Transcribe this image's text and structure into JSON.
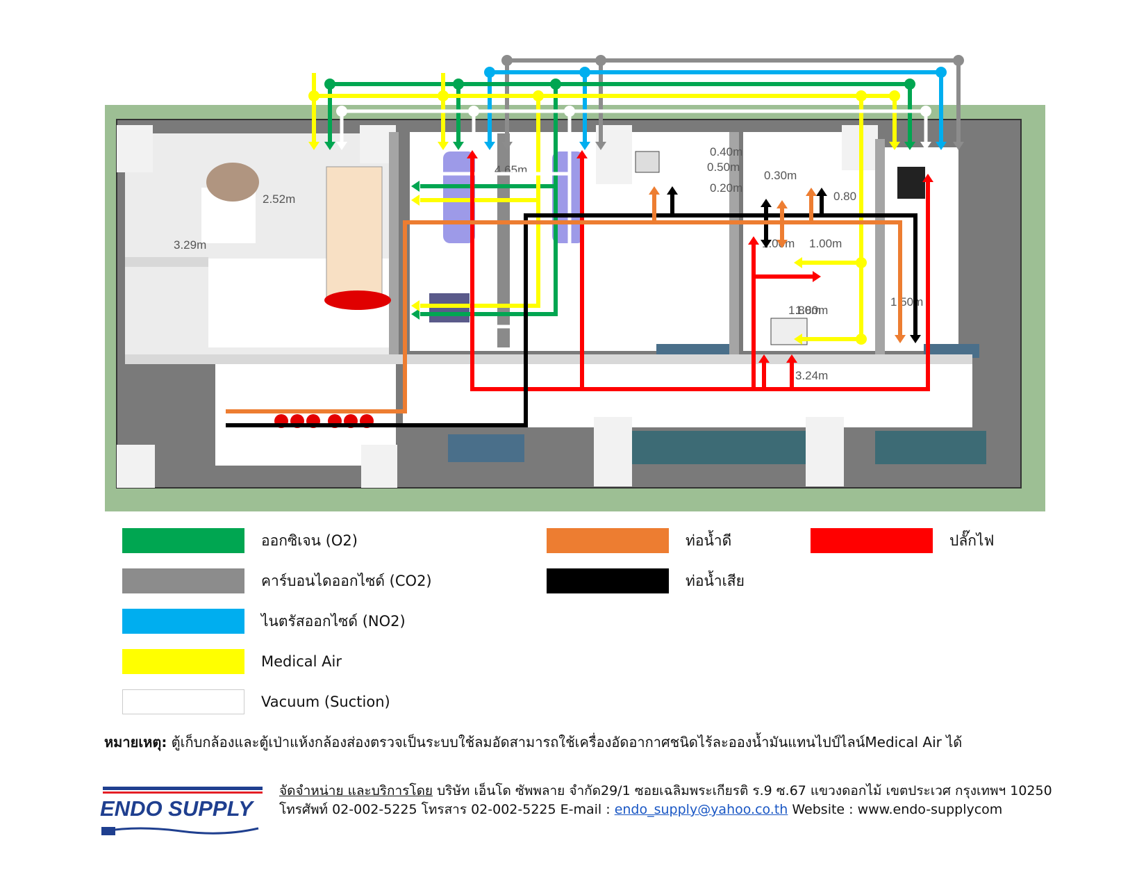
{
  "colors": {
    "oxygen": "#00a651",
    "co2": "#8c8c8c",
    "no2": "#00aeef",
    "medical_air": "#ffff00",
    "vacuum": "#ffffff",
    "clean_water": "#ed7d31",
    "waste_water": "#000000",
    "power": "#ff0000",
    "ground": "#9dbf94",
    "wall": "#808080",
    "floor": "#ffffff"
  },
  "dimensions": [
    "2.52m",
    "3.29m",
    "4.65m",
    "3.24m",
    "1.80m",
    "1.80m",
    "0.20m",
    "0.50m",
    "0.40m",
    "0.30m",
    "1.00m",
    "1.00m",
    "1.50m",
    "0.80"
  ],
  "legend": [
    {
      "key": "oxygen",
      "label": "ออกซิเจน (O2)"
    },
    {
      "key": "co2",
      "label": "คาร์บอนไดออกไซด์ (CO2)"
    },
    {
      "key": "no2",
      "label": "ไนตรัสออกไซด์ (NO2)"
    },
    {
      "key": "medical_air",
      "label": "Medical Air"
    },
    {
      "key": "vacuum",
      "label": "Vacuum (Suction)"
    },
    {
      "key": "clean_water",
      "label": "ท่อน้ำดี"
    },
    {
      "key": "waste_water",
      "label": "ท่อน้ำเสีย"
    },
    {
      "key": "power",
      "label": "ปลั๊กไฟ"
    }
  ],
  "note": {
    "label": "หมายเหตุ:",
    "text": " ตู้เก็บกล้องและตู้เป่าแห้งกล้องส่องตรวจเป็นระบบใช้ลมอัดสามารถใช้เครื่องอัดอากาศชนิดไร้ละอองน้ำมันแทนไปป์ไลน์Medical Air ได้"
  },
  "logo": {
    "text": "ENDO SUPPLY"
  },
  "footer": {
    "lead": "จัดจำหน่าย และบริการโดย",
    "company": "  บริษัท เอ็นโด ซัพพลาย จำกัด29/1 ซอยเฉลิมพระเกียรติ ร.9 ซ.67 แขวงดอกไม้ เขตประเวศ กรุงเทพฯ 10250",
    "phone_line": "โทรศัพท์ 02-002-5225  โทรสาร 02-002-5225 E-mail : ",
    "email": "endo_supply@yahoo.co.th",
    "website": "  Website : www.endo-supplycom"
  }
}
